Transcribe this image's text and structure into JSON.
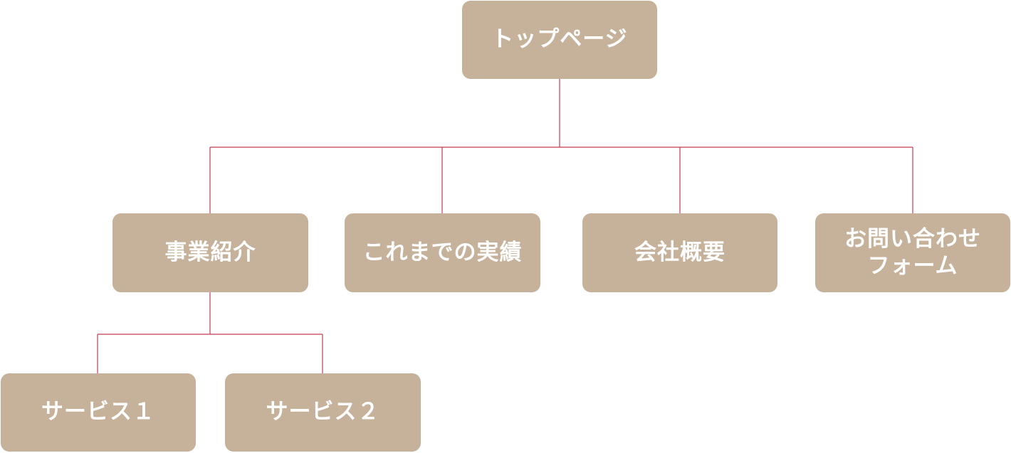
{
  "sitemap": {
    "root": {
      "label": "トップページ"
    },
    "level1": [
      {
        "label": "事業紹介"
      },
      {
        "label": "これまでの実績"
      },
      {
        "label": "会社概要"
      },
      {
        "label": "お問い合わせ\nフォーム"
      }
    ],
    "level2": [
      {
        "label": "サービス１"
      },
      {
        "label": "サービス２"
      }
    ]
  },
  "colors": {
    "node_fill": "#c6b19a",
    "node_text": "#ffffff",
    "connector": "#c43c54"
  }
}
